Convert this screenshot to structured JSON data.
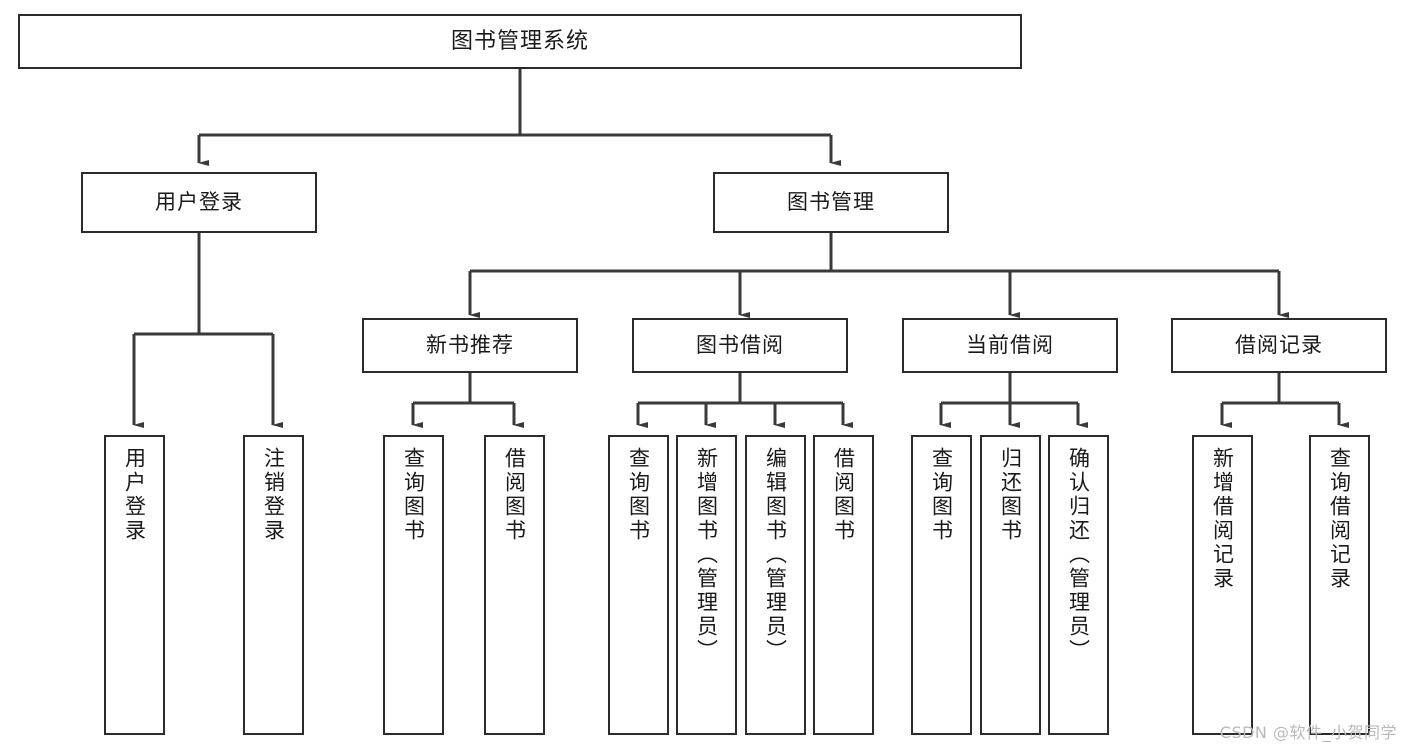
{
  "diagram": {
    "title": "图书管理系统",
    "type": "tree",
    "colors": {
      "box_border": "#2b2b2b",
      "box_fill": "#ffffff",
      "connector": "#3a3a3a",
      "text": "#1a1a1a",
      "watermark": "#b9b9b9",
      "background": "#ffffff"
    },
    "root": {
      "label": "图书管理系统"
    },
    "level2": [
      {
        "label": "用户登录"
      },
      {
        "label": "图书管理"
      }
    ],
    "level3": [
      {
        "label": "新书推荐"
      },
      {
        "label": "图书借阅"
      },
      {
        "label": "当前借阅"
      },
      {
        "label": "借阅记录"
      }
    ],
    "leaves": {
      "user_login": [
        {
          "label": "用户登录"
        },
        {
          "label": "注销登录"
        }
      ],
      "new_book_recommend": [
        {
          "label": "查询图书"
        },
        {
          "label": "借阅图书"
        }
      ],
      "book_borrow": [
        {
          "label": "查询图书"
        },
        {
          "label": "新增图书（管理员）"
        },
        {
          "label": "编辑图书（管理员）"
        },
        {
          "label": "借阅图书"
        }
      ],
      "current_borrow": [
        {
          "label": "查询图书"
        },
        {
          "label": "归还图书"
        },
        {
          "label": "确认归还（管理员）"
        }
      ],
      "borrow_record": [
        {
          "label": "新增借阅记录"
        },
        {
          "label": "查询借阅记录"
        }
      ]
    }
  },
  "watermark": {
    "text": "CSDN @软件_小贺同学"
  }
}
